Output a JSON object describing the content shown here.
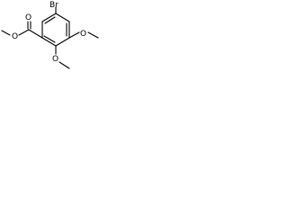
{
  "diagram": {
    "type": "chemical-structure",
    "atoms": {
      "bromine": "Br",
      "carbonyl_oxygen": "O",
      "ester_oxygen": "O",
      "methoxy_oxygen_1": "O",
      "methoxy_oxygen_2": "O"
    },
    "colors": {
      "bond": "#000000",
      "label": "#000000",
      "background": "#ffffff"
    }
  }
}
